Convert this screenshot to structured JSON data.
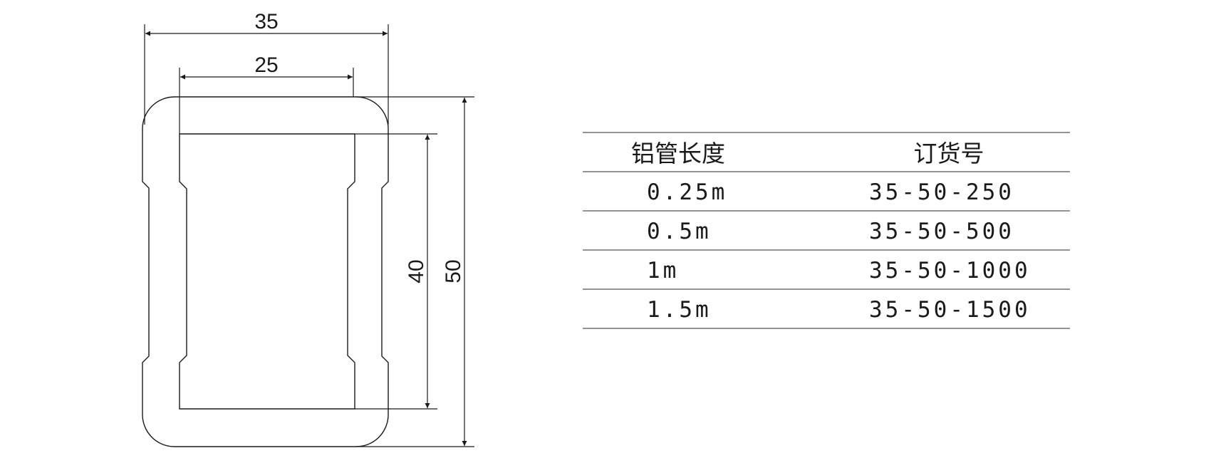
{
  "drawing": {
    "dimensions": {
      "outer_width": "35",
      "inner_width": "25",
      "inner_height": "40",
      "outer_height": "50"
    }
  },
  "table": {
    "headers": [
      "铝管长度",
      "订货号"
    ],
    "rows": [
      [
        "0.25m",
        "35-50-250"
      ],
      [
        "0.5m",
        "35-50-500"
      ],
      [
        "1m",
        "35-50-1000"
      ],
      [
        "1.5m",
        "35-50-1500"
      ]
    ]
  }
}
